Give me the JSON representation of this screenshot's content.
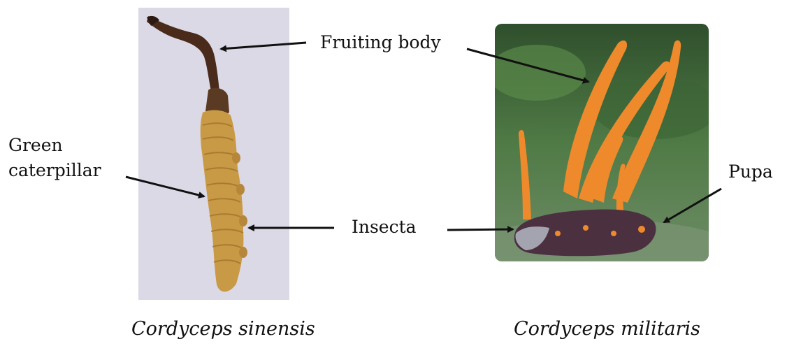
{
  "labels": {
    "fruiting_body": "Fruiting body",
    "green_caterpillar_line1": "Green",
    "green_caterpillar_line2": "caterpillar",
    "insecta": "Insecta",
    "pupa": "Pupa"
  },
  "captions": {
    "left": "Cordyceps sinensis",
    "right": "Cordyceps militaris"
  },
  "colors": {
    "left_background": "#dcd9e6",
    "caterpillar_body": "#c99a45",
    "fruiting_body_dark": "#4a2a1a",
    "militaris_orange": "#ef8a2c",
    "pupa_purple": "#4b3040",
    "foliage": "#3f6a3a"
  }
}
